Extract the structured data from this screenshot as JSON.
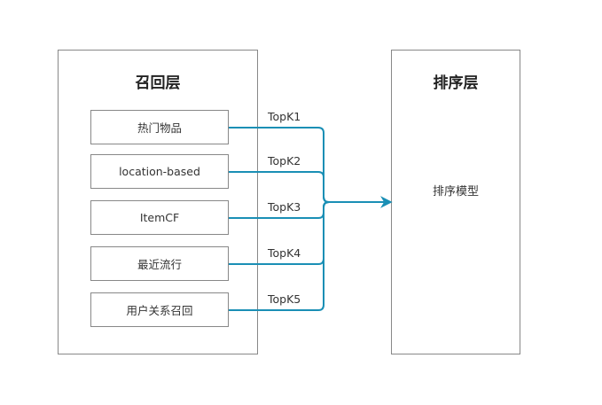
{
  "recall_layer": {
    "title": "召回层",
    "items": [
      {
        "label": "热门物品",
        "topk": "TopK1"
      },
      {
        "label": "location-based",
        "topk": "TopK2"
      },
      {
        "label": "ItemCF",
        "topk": "TopK3"
      },
      {
        "label": "最近流行",
        "topk": "TopK4"
      },
      {
        "label": "用户关系召回",
        "topk": "TopK5"
      }
    ]
  },
  "ranking_layer": {
    "title": "排序层",
    "model": "排序模型"
  },
  "colors": {
    "connector": "#1a8fb5",
    "border": "#888888"
  }
}
